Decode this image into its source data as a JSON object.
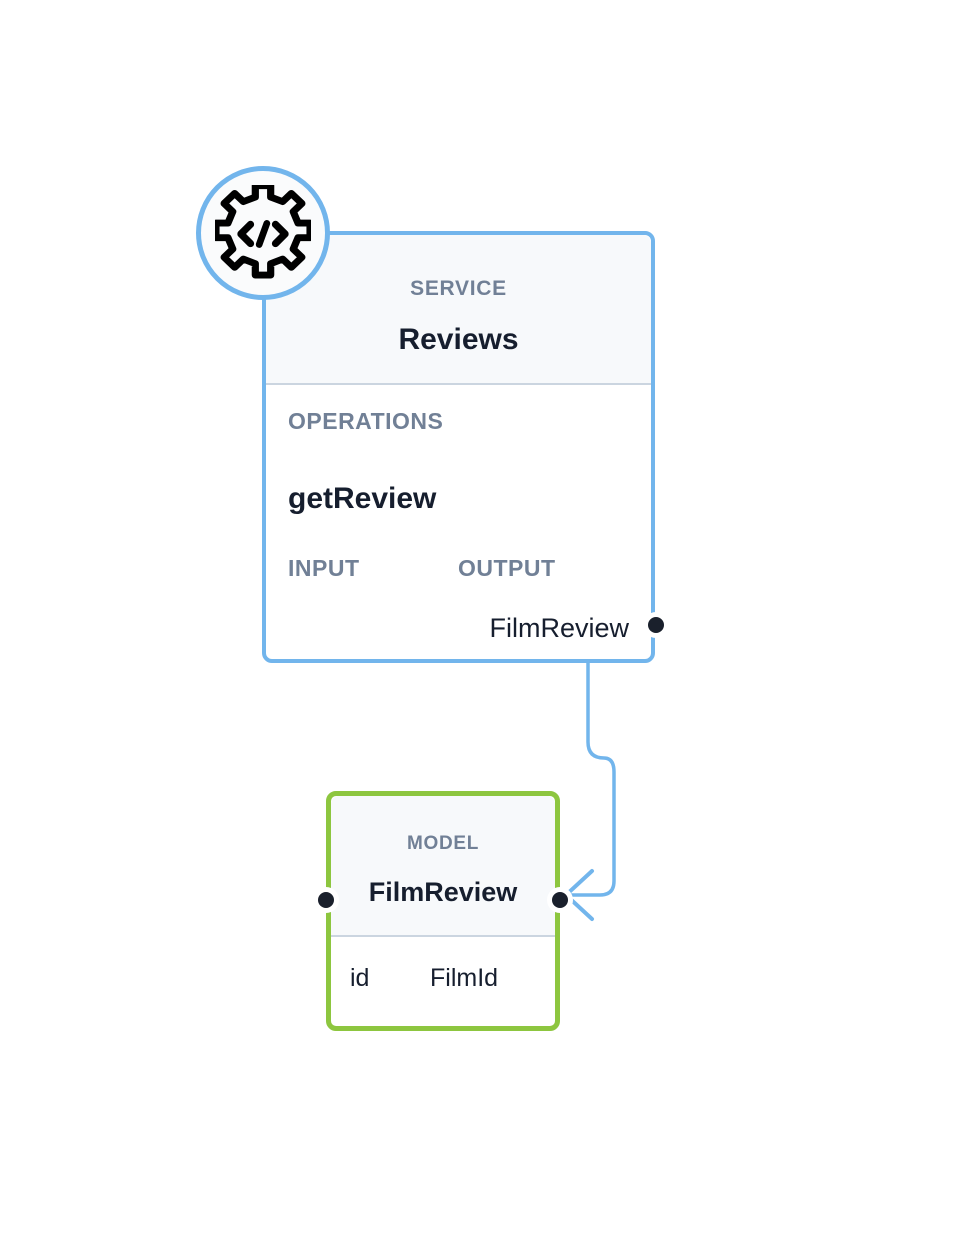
{
  "diagram": {
    "type": "service-model-graph",
    "background_color": "#ffffff",
    "nodes": [
      {
        "id": "service-reviews",
        "kind": "service",
        "kicker": "SERVICE",
        "title": "Reviews",
        "accent_color": "#72B5EC",
        "icon": "gear-code-icon",
        "sections": [
          {
            "kicker": "OPERATIONS",
            "operations": [
              {
                "name": "getReview",
                "columns": [
                  "INPUT",
                  "OUTPUT"
                ],
                "input": "",
                "output": "FilmReview"
              }
            ]
          }
        ]
      },
      {
        "id": "model-filmreview",
        "kind": "model",
        "kicker": "MODEL",
        "title": "FilmReview",
        "accent_color": "#8DC63F",
        "fields": [
          {
            "name": "id",
            "type": "FilmId"
          }
        ]
      }
    ],
    "edges": [
      {
        "id": "edge-getreview-output-to-filmreview",
        "from": "service-reviews.getReview.output",
        "to": "model-filmreview",
        "color": "#72B5EC",
        "arrow": "left"
      }
    ]
  }
}
